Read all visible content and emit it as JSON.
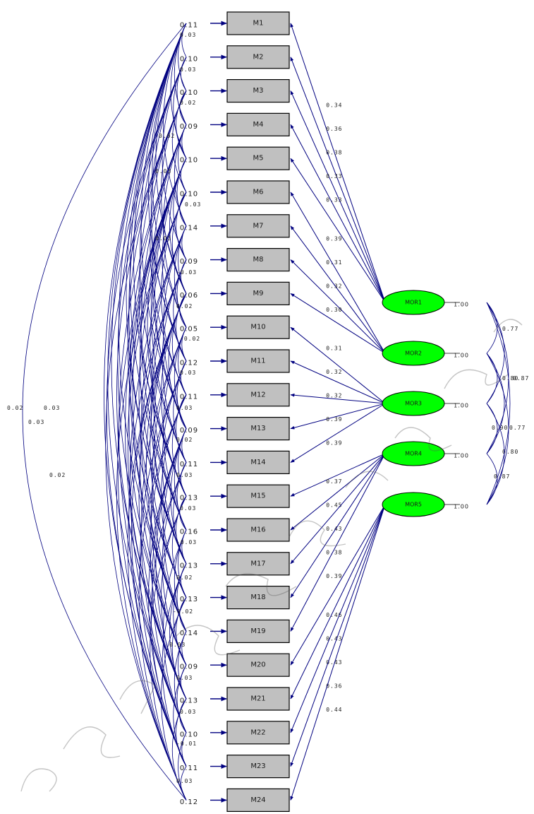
{
  "colors": {
    "path": "#000080",
    "box": "#c0c0c0",
    "latent": "#00ff00",
    "text": "#222222"
  },
  "observed": [
    {
      "label": "M1",
      "error": "0.11"
    },
    {
      "label": "M2",
      "error": "0.10"
    },
    {
      "label": "M3",
      "error": "0.10"
    },
    {
      "label": "M4",
      "error": "0.09"
    },
    {
      "label": "M5",
      "error": "0.10"
    },
    {
      "label": "M6",
      "error": "0.10"
    },
    {
      "label": "M7",
      "error": "0.14"
    },
    {
      "label": "M8",
      "error": "0.09"
    },
    {
      "label": "M9",
      "error": "0.06"
    },
    {
      "label": "M10",
      "error": "0.05"
    },
    {
      "label": "M11",
      "error": "0.12"
    },
    {
      "label": "M12",
      "error": "0.11"
    },
    {
      "label": "M13",
      "error": "0.09"
    },
    {
      "label": "M14",
      "error": "0.11"
    },
    {
      "label": "M15",
      "error": "0.13"
    },
    {
      "label": "M16",
      "error": "0.16"
    },
    {
      "label": "M17",
      "error": "0.13"
    },
    {
      "label": "M18",
      "error": "0.13"
    },
    {
      "label": "M19",
      "error": "0.14"
    },
    {
      "label": "M20",
      "error": "0.09"
    },
    {
      "label": "M21",
      "error": "0.13"
    },
    {
      "label": "M22",
      "error": "0.10"
    },
    {
      "label": "M23",
      "error": "0.11"
    },
    {
      "label": "M24",
      "error": "0.12"
    }
  ],
  "latents": [
    {
      "label": "MOR1",
      "variance": "1.00"
    },
    {
      "label": "MOR2",
      "variance": "1.00"
    },
    {
      "label": "MOR3",
      "variance": "1.00"
    },
    {
      "label": "MOR4",
      "variance": "1.00"
    },
    {
      "label": "MOR5",
      "variance": "1.00"
    }
  ],
  "loadings": [
    {
      "from": 0,
      "to": 0,
      "value": "0.34"
    },
    {
      "from": 0,
      "to": 1,
      "value": "0.36"
    },
    {
      "from": 0,
      "to": 2,
      "value": "0.38"
    },
    {
      "from": 0,
      "to": 3,
      "value": "0.33"
    },
    {
      "from": 0,
      "to": 4,
      "value": "0.33"
    },
    {
      "from": 1,
      "to": 5,
      "value": "0.39"
    },
    {
      "from": 1,
      "to": 6,
      "value": "0.31"
    },
    {
      "from": 1,
      "to": 7,
      "value": "0.32"
    },
    {
      "from": 1,
      "to": 8,
      "value": "0.30"
    },
    {
      "from": 2,
      "to": 9,
      "value": "0.31"
    },
    {
      "from": 2,
      "to": 10,
      "value": "0.32"
    },
    {
      "from": 2,
      "to": 11,
      "value": "0.32"
    },
    {
      "from": 2,
      "to": 12,
      "value": "0.39"
    },
    {
      "from": 2,
      "to": 13,
      "value": "0.39"
    },
    {
      "from": 3,
      "to": 14,
      "value": "0.37"
    },
    {
      "from": 3,
      "to": 15,
      "value": "0.45"
    },
    {
      "from": 3,
      "to": 16,
      "value": "0.43"
    },
    {
      "from": 3,
      "to": 17,
      "value": "0.38"
    },
    {
      "from": 3,
      "to": 18,
      "value": "0.39"
    },
    {
      "from": 4,
      "to": 19,
      "value": "0.46"
    },
    {
      "from": 4,
      "to": 20,
      "value": "0.43"
    },
    {
      "from": 4,
      "to": 21,
      "value": "0.43"
    },
    {
      "from": 4,
      "to": 22,
      "value": "0.36"
    },
    {
      "from": 4,
      "to": 23,
      "value": "0.44"
    }
  ],
  "factor_correlations": [
    "0.77",
    "0.80",
    "0.90",
    "0.87",
    "0.87",
    "0.77",
    "0.80"
  ],
  "error_covariances": [
    "0.03",
    "0.03",
    "0.02",
    "0.02",
    "0.03",
    "0.03",
    "0.03",
    "-0.03",
    "0.02",
    "-0.02",
    "0.03",
    "0.03",
    "0.02",
    "0.02",
    "0.03",
    "0.03",
    "-0.03",
    "0.02",
    "-0.02",
    "0.03",
    "0.03",
    "0.03",
    "-0.01",
    "0.03",
    "0.02",
    "0.03",
    "0.03"
  ]
}
